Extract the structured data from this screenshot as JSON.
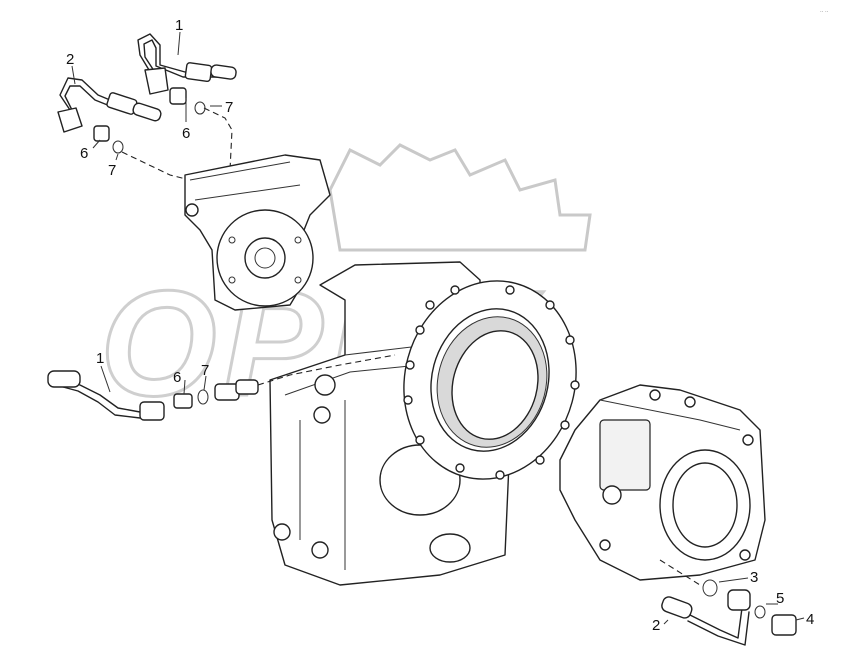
{
  "diagram": {
    "callouts": {
      "c1_top": "1",
      "c2_top": "2",
      "c7_top": "7",
      "c6_upper": "6",
      "c6_left": "6",
      "c7_left": "7",
      "c1_mid": "1",
      "c6_mid": "6",
      "c7_mid": "7",
      "c3": "3",
      "c5": "5",
      "c4": "4",
      "c2_bottom": "2"
    },
    "watermark_text": "ОРИК"
  }
}
